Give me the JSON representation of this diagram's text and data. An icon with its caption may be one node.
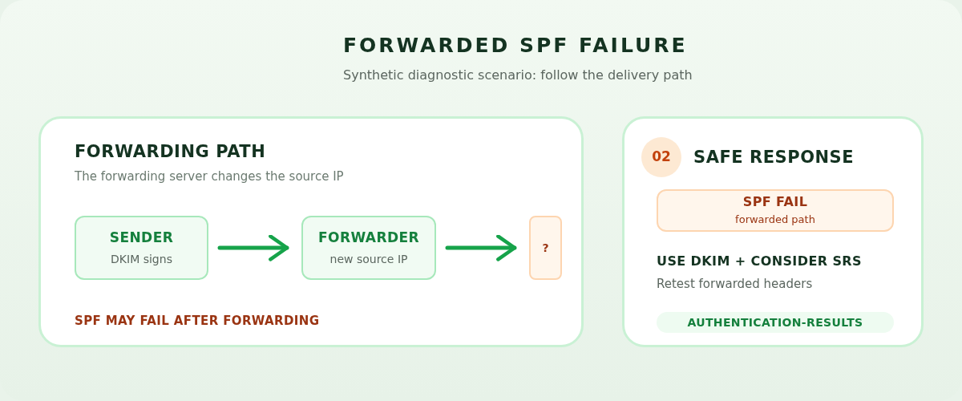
{
  "diagram": {
    "title": "FORWARDED SPF FAILURE",
    "nodes": [
      {
        "text": [
          "FORWARDING PATH",
          "The forwarding server changes the source IP",
          "SPF MAY FAIL AFTER FORWARDING"
        ]
      },
      {
        "text": [
          "SENDER",
          "DKIM signs"
        ],
        "in": 0
      },
      {
        "text": [
          "FORWARDER",
          "new source IP"
        ],
        "in": 0
      },
      {
        "text": [
          "?"
        ],
        "in": 0
      },
      {
        "text": [
          "SAFE RESPONSE",
          "USE DKIM + CONSIDER SRS",
          "Retest forwarded headers"
        ]
      },
      {
        "text": [
          "02"
        ],
        "in": 4
      },
      {
        "text": [
          "SPF FAIL",
          "forwarded path"
        ],
        "in": 4
      },
      {
        "text": [
          "AUTHENTICATION-RESULTS"
        ],
        "in": 4
      }
    ],
    "edges": [
      {
        "from": 1,
        "to": 2,
        "arrow": "to"
      },
      {
        "from": 2,
        "to": 3,
        "arrow": "to"
      }
    ],
    "labels": [
      "Synthetic diagnostic scenario: follow the delivery path"
    ]
  }
}
